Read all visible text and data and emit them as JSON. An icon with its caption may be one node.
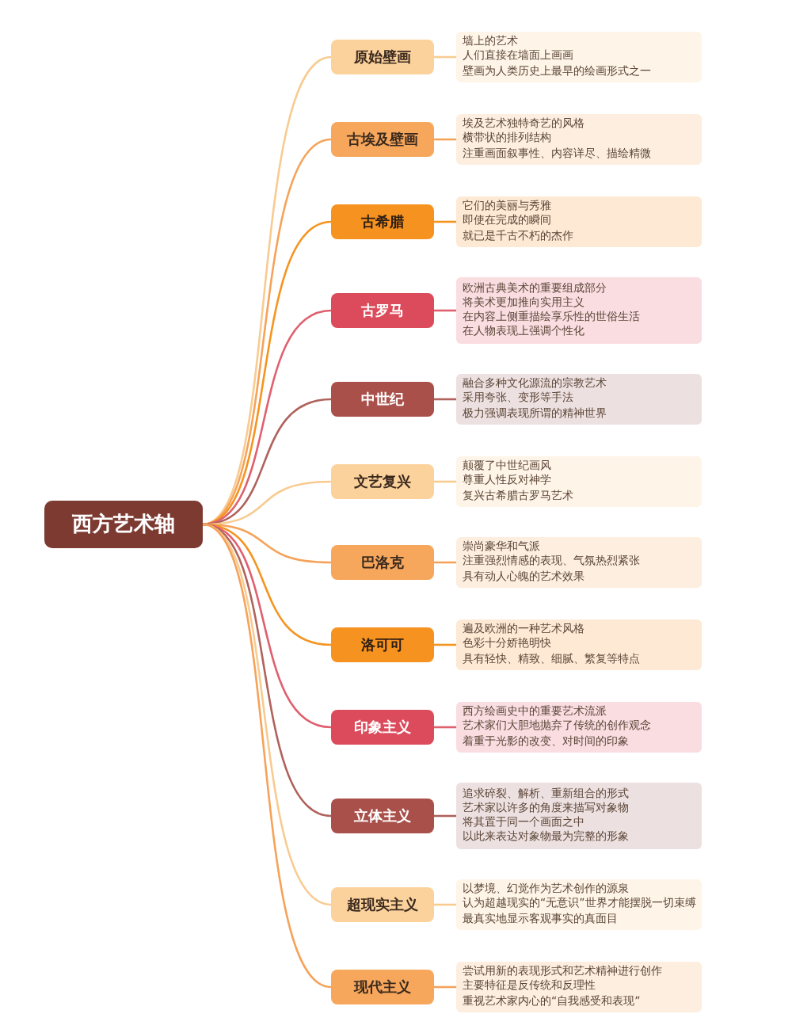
{
  "diagram": {
    "nodes": [
      {
        "text": [
          "西方艺术轴"
        ]
      },
      {
        "text": [
          "原始壁画"
        ]
      },
      {
        "text": [
          "墙上的艺术",
          "人们直接在墙面上画画",
          "壁画为人类历史上最早的绘画形式之一"
        ]
      },
      {
        "text": [
          "古埃及壁画"
        ]
      },
      {
        "text": [
          "埃及艺术独特奇艺的风格",
          "横带状的排列结构",
          "注重画面叙事性、内容详尽、描绘精微"
        ]
      },
      {
        "text": [
          "古希腊"
        ]
      },
      {
        "text": [
          "它们的美丽与秀雅",
          "即使在完成的瞬间",
          "就已是千古不朽的杰作"
        ]
      },
      {
        "text": [
          "古罗马"
        ]
      },
      {
        "text": [
          "欧洲古典美术的重要组成部分",
          "将美术更加推向实用主义",
          "在内容上侧重描绘享乐性的世俗生活",
          "在人物表现上强调个性化"
        ]
      },
      {
        "text": [
          "中世纪"
        ]
      },
      {
        "text": [
          "融合多种文化源流的宗教艺术",
          "采用夸张、变形等手法",
          "极力强调表现所谓的精神世界"
        ]
      },
      {
        "text": [
          "文艺复兴"
        ]
      },
      {
        "text": [
          "颠覆了中世纪画风",
          "尊重人性反对神学",
          "复兴古希腊古罗马艺术"
        ]
      },
      {
        "text": [
          "巴洛克"
        ]
      },
      {
        "text": [
          "崇尚豪华和气派",
          "注重强烈情感的表现、气氛热烈紧张",
          "具有动人心魄的艺术效果"
        ]
      },
      {
        "text": [
          "洛可可"
        ]
      },
      {
        "text": [
          "遍及欧洲的一种艺术风格",
          "色彩十分娇艳明快",
          "具有轻快、精致、细腻、繁复等特点"
        ]
      },
      {
        "text": [
          "印象主义"
        ]
      },
      {
        "text": [
          "西方绘画史中的重要艺术流派",
          "艺术家们大胆地抛弃了传统的创作观念",
          "着重于光影的改变、对时间的印象"
        ]
      },
      {
        "text": [
          "立体主义"
        ]
      },
      {
        "text": [
          "追求碎裂、解析、重新组合的形式",
          "艺术家以许多的角度来描写对象物",
          "将其置于同一个画面之中",
          "以此来表达对象物最为完整的形象"
        ]
      },
      {
        "text": [
          "超现实主义"
        ]
      },
      {
        "text": [
          "以梦境、幻觉作为艺术创作的源泉",
          "认为超越现实的“无意识”世界才能摆脱一切束缚",
          "最真实地显示客观事实的真面目"
        ]
      },
      {
        "text": [
          "现代主义"
        ]
      },
      {
        "text": [
          "尝试用新的表现形式和艺术精神进行创作",
          "主要特征是反传统和反理性",
          "重视艺术家内心的“自我感受和表现”"
        ]
      }
    ],
    "edges": [
      {
        "from": 0,
        "to": 1,
        "arrow": "none",
        "color": "#f8cb91"
      },
      {
        "from": 1,
        "to": 2,
        "arrow": "none",
        "color": "#f8cb91"
      },
      {
        "from": 0,
        "to": 3,
        "arrow": "none",
        "color": "#f5a35a"
      },
      {
        "from": 3,
        "to": 4,
        "arrow": "none",
        "color": "#f5a35a"
      },
      {
        "from": 0,
        "to": 5,
        "arrow": "none",
        "color": "#f5941f"
      },
      {
        "from": 5,
        "to": 6,
        "arrow": "none",
        "color": "#f5941f"
      },
      {
        "from": 0,
        "to": 7,
        "arrow": "none",
        "color": "#e0606f"
      },
      {
        "from": 7,
        "to": 8,
        "arrow": "none",
        "color": "#e0606f"
      },
      {
        "from": 0,
        "to": 9,
        "arrow": "none",
        "color": "#b0625c"
      },
      {
        "from": 9,
        "to": 10,
        "arrow": "none",
        "color": "#b0625c"
      },
      {
        "from": 0,
        "to": 11,
        "arrow": "none",
        "color": "#f8cb91"
      },
      {
        "from": 11,
        "to": 12,
        "arrow": "none",
        "color": "#f8cb91"
      },
      {
        "from": 0,
        "to": 13,
        "arrow": "none",
        "color": "#f5a35a"
      },
      {
        "from": 13,
        "to": 14,
        "arrow": "none",
        "color": "#f5a35a"
      },
      {
        "from": 0,
        "to": 15,
        "arrow": "none",
        "color": "#f5941f"
      },
      {
        "from": 15,
        "to": 16,
        "arrow": "none",
        "color": "#f5941f"
      },
      {
        "from": 0,
        "to": 17,
        "arrow": "none",
        "color": "#e0606f"
      },
      {
        "from": 17,
        "to": 18,
        "arrow": "none",
        "color": "#e0606f"
      },
      {
        "from": 0,
        "to": 19,
        "arrow": "none",
        "color": "#b0625c"
      },
      {
        "from": 19,
        "to": 20,
        "arrow": "none",
        "color": "#b0625c"
      },
      {
        "from": 0,
        "to": 21,
        "arrow": "none",
        "color": "#f8cb91"
      },
      {
        "from": 21,
        "to": 22,
        "arrow": "none",
        "color": "#f8cb91"
      },
      {
        "from": 0,
        "to": 23,
        "arrow": "none",
        "color": "#f5a35a"
      },
      {
        "from": 23,
        "to": 24,
        "arrow": "none",
        "color": "#f5a35a"
      }
    ]
  }
}
